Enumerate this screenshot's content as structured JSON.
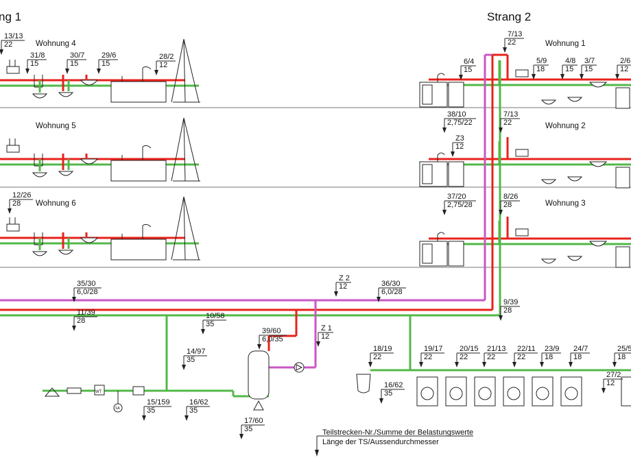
{
  "colors": {
    "cold_water": "#52b848",
    "hot_water": "#e8221b",
    "circulation": "#c956c4",
    "lines": "#222222"
  },
  "titles": {
    "strang_left": "ng 1",
    "strang_right": "Strang 2"
  },
  "apartments": {
    "w4": "Wohnung 4",
    "w5": "Wohnung 5",
    "w6": "Wohnung 6",
    "w1": "Wohnung 1",
    "w2": "Wohnung 2",
    "w3": "Wohnung 3"
  },
  "labels": [
    {
      "id": "l-13-13",
      "top": "13/13",
      "bottom": "22"
    },
    {
      "id": "l-31-8",
      "top": "31/8",
      "bottom": "15"
    },
    {
      "id": "l-30-7",
      "top": "30/7",
      "bottom": "15"
    },
    {
      "id": "l-29-6",
      "top": "29/6",
      "bottom": "15"
    },
    {
      "id": "l-28-2",
      "top": "28/2",
      "bottom": "12"
    },
    {
      "id": "l-7-13a",
      "top": "7/13",
      "bottom": "22"
    },
    {
      "id": "l-6-4",
      "top": "6/4",
      "bottom": "15"
    },
    {
      "id": "l-5-9",
      "top": "5/9",
      "bottom": "18"
    },
    {
      "id": "l-4-8",
      "top": "4/8",
      "bottom": "15"
    },
    {
      "id": "l-3-7",
      "top": "3/7",
      "bottom": "15"
    },
    {
      "id": "l-2-6",
      "top": "2/6",
      "bottom": "12"
    },
    {
      "id": "l-38-10",
      "top": "38/10",
      "bottom": "2,75/22"
    },
    {
      "id": "l-7-13b",
      "top": "7/13",
      "bottom": "22"
    },
    {
      "id": "l-z3",
      "top": "Z3",
      "bottom": "12"
    },
    {
      "id": "l-12-26",
      "top": "12/26",
      "bottom": "28"
    },
    {
      "id": "l-37-20",
      "top": "37/20",
      "bottom": "2,75/28"
    },
    {
      "id": "l-8-26",
      "top": "8/26",
      "bottom": "28"
    },
    {
      "id": "l-35-30",
      "top": "35/30",
      "bottom": "6,0/28"
    },
    {
      "id": "l-z2",
      "top": "Z 2",
      "bottom": "12"
    },
    {
      "id": "l-36-30",
      "top": "36/30",
      "bottom": "6,0/28"
    },
    {
      "id": "l-9-39",
      "top": "9/39",
      "bottom": "28"
    },
    {
      "id": "l-11-39",
      "top": "11/39",
      "bottom": "28"
    },
    {
      "id": "l-10-58",
      "top": "10/58",
      "bottom": "35"
    },
    {
      "id": "l-39-60",
      "top": "39/60",
      "bottom": "6,0/35"
    },
    {
      "id": "l-z1",
      "top": "Z 1",
      "bottom": "12"
    },
    {
      "id": "l-14-97",
      "top": "14/97",
      "bottom": "35"
    },
    {
      "id": "l-18-19",
      "top": "18/19",
      "bottom": "22"
    },
    {
      "id": "l-19-17",
      "top": "19/17",
      "bottom": "22"
    },
    {
      "id": "l-20-15",
      "top": "20/15",
      "bottom": "22"
    },
    {
      "id": "l-21-13",
      "top": "21/13",
      "bottom": "22"
    },
    {
      "id": "l-22-11",
      "top": "22/11",
      "bottom": "22"
    },
    {
      "id": "l-23-9",
      "top": "23/9",
      "bottom": "18"
    },
    {
      "id": "l-24-7",
      "top": "24/7",
      "bottom": "18"
    },
    {
      "id": "l-25-5",
      "top": "25/5",
      "bottom": "18"
    },
    {
      "id": "l-27-2",
      "top": "27/2",
      "bottom": "12"
    },
    {
      "id": "l-16-62a",
      "top": "16/62",
      "bottom": "35"
    },
    {
      "id": "l-15-159",
      "top": "15/159",
      "bottom": "35"
    },
    {
      "id": "l-16-62b",
      "top": "16/62",
      "bottom": "35"
    },
    {
      "id": "l-17-60",
      "top": "17/60",
      "bottom": "35"
    }
  ],
  "component_marks": {
    "water_meter": "WT",
    "meter_small": "SA"
  },
  "legend": {
    "line1": "Teilstrecken-Nr./Summe der Belastungswerte",
    "line2": "Länge der TS/Aussendurchmesser"
  }
}
